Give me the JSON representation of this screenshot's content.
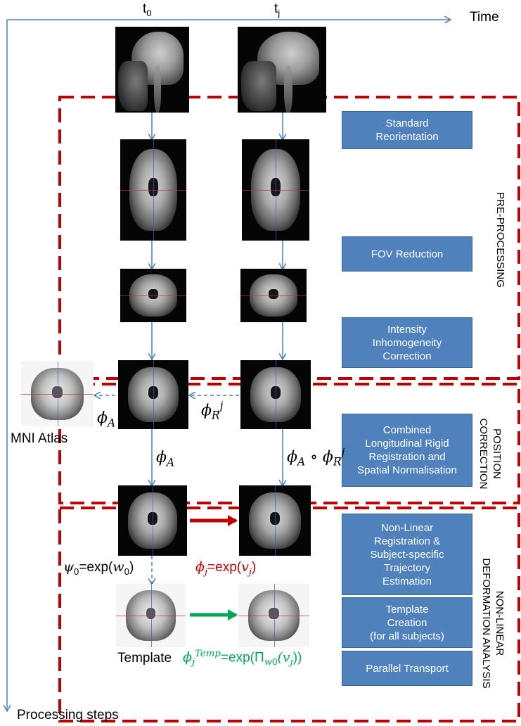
{
  "axes": {
    "time_label": "Time",
    "processing_label": "Processing steps",
    "t0": {
      "base": "t",
      "sub": "0"
    },
    "tj": {
      "base": "t",
      "sub": "j"
    }
  },
  "sections": {
    "preprocessing": "PRE-PROCESSING",
    "position": "POSITION\nCORRECTION",
    "nonlinear": "NON-LINEAR\nDEFORMATION ANALYSIS"
  },
  "steps": {
    "reorientation": "Standard\nReorientation",
    "fov": "FOV Reduction",
    "intensity": "Intensity\nInhomogeneity\nCorrection",
    "combined": "Combined\nLongitudinal Rigid\nRegistration and\nSpatial Normalisation",
    "nonlinear_reg": "Non-Linear\nRegistration &\nSubject-specific\nTrajectory\nEstimation",
    "template_creation": "Template\nCreation\n(for all subjects)",
    "parallel_transport": "Parallel Transport"
  },
  "images": {
    "atlas": "MNI Atlas",
    "template": "Template"
  },
  "formulas": {
    "phiA": "ϕ",
    "phiA_sub": "A",
    "phiR_j": "ϕ",
    "phiR_sub": "R",
    "phiR_sup": "j",
    "compose": "ϕ",
    "compose_mid": " ∘ ϕ",
    "psi0": "ψ",
    "psi0_sub": "0",
    "psi0_rest": "=exp(",
    "psi0_w": "w",
    "psi0_close": ")",
    "phij": "ϕ",
    "phij_sub": "j",
    "phij_rest": "=exp(",
    "phij_v": "v",
    "phij_close": ")",
    "phitemp": "ϕ",
    "phitemp_sub": "j",
    "phitemp_sup": "Temp",
    "phitemp_rest": "=exp(Π",
    "phitemp_w": "w",
    "phitemp_wsub": "0",
    "phitemp_v": "(v",
    "phitemp_vsub": "j",
    "phitemp_close": "))"
  },
  "colors": {
    "arrow_blue": "#4a7ebb",
    "dashed_red": "#c00000",
    "box_blue": "#4f81bd",
    "red_text": "#c00000",
    "green_text": "#00a651"
  }
}
